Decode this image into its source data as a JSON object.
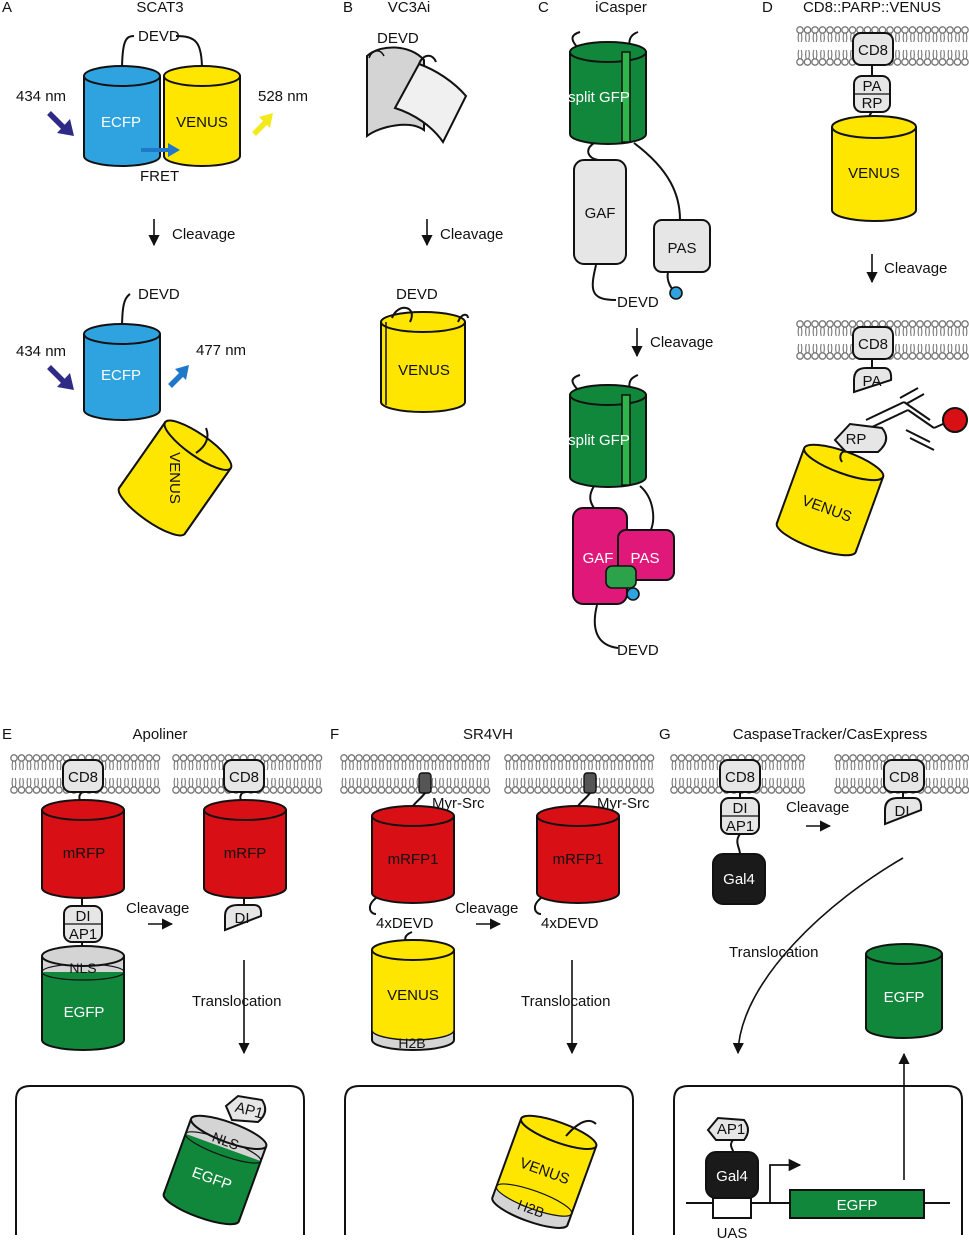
{
  "panels": {
    "A": {
      "letter": "A",
      "title": "SCAT3",
      "devd": "DEVD",
      "ecfp": "ECFP",
      "venus": "VENUS",
      "wl_in": "434 nm",
      "wl_out": "528 nm",
      "fret": "FRET",
      "cleavage": "Cleavage",
      "devd2": "DEVD",
      "wl_in2": "434 nm",
      "wl_out2": "477 nm",
      "ecfp2": "ECFP",
      "venus2": "VENUS"
    },
    "B": {
      "letter": "B",
      "title": "VC3Ai",
      "devd": "DEVD",
      "cleavage": "Cleavage",
      "devd2": "DEVD",
      "venus": "VENUS"
    },
    "C": {
      "letter": "C",
      "title": "iCasper",
      "splitgfp": "split GFP",
      "gaf": "GAF",
      "pas": "PAS",
      "devd": "DEVD",
      "cleavage": "Cleavage",
      "splitgfp2": "split GFP",
      "gaf2": "GAF",
      "pas2": "PAS",
      "devd2": "DEVD"
    },
    "D": {
      "letter": "D",
      "title": "CD8::PARP::VENUS",
      "cd8": "CD8",
      "pa": "PA",
      "rp": "RP",
      "venus": "VENUS",
      "cleavage": "Cleavage",
      "cd8b": "CD8",
      "pa2": "PA",
      "rp2": "RP",
      "venus2": "VENUS"
    },
    "E": {
      "letter": "E",
      "title": "Apoliner",
      "cd8": "CD8",
      "mrfp": "mRFP",
      "di": "DI",
      "ap1": "AP1",
      "nls": "NLS",
      "egfp": "EGFP",
      "cleavage": "Cleavage",
      "cd8b": "CD8",
      "mrfp2": "mRFP",
      "di2": "DI",
      "translocation": "Translocation",
      "ap1b": "AP1",
      "nls2": "NLS",
      "egfp2": "EGFP"
    },
    "F": {
      "letter": "F",
      "title": "SR4VH",
      "myr": "Myr-Src",
      "mrfp1": "mRFP1",
      "devd4": "4xDEVD",
      "venus": "VENUS",
      "h2b": "H2B",
      "cleavage": "Cleavage",
      "myr2": "Myr-Src",
      "mrfp1b": "mRFP1",
      "devd4b": "4xDEVD",
      "translocation": "Translocation",
      "venus2": "VENUS",
      "h2b2": "H2B"
    },
    "G": {
      "letter": "G",
      "title": "CaspaseTracker/CasExpress",
      "cd8": "CD8",
      "di": "DI",
      "ap1": "AP1",
      "gal4": "Gal4",
      "cleavage": "Cleavage",
      "cd8b": "CD8",
      "di2": "DI",
      "translocation": "Translocation",
      "egfp": "EGFP",
      "ap1b": "AP1",
      "gal4b": "Gal4",
      "egfp2": "EGFP",
      "uas": "UAS"
    }
  },
  "colors": {
    "ecfp": "#2ea3e0",
    "venus": "#ffe600",
    "green": "#11873b",
    "red": "#d90f16",
    "magenta": "#e0187a",
    "grey": "#e6e6e6",
    "black": "#1a1a1a",
    "dark_arrow": "#2e2a86",
    "blue_arrow": "#1f78c8",
    "yellow_arrow": "#f3ea1e"
  }
}
